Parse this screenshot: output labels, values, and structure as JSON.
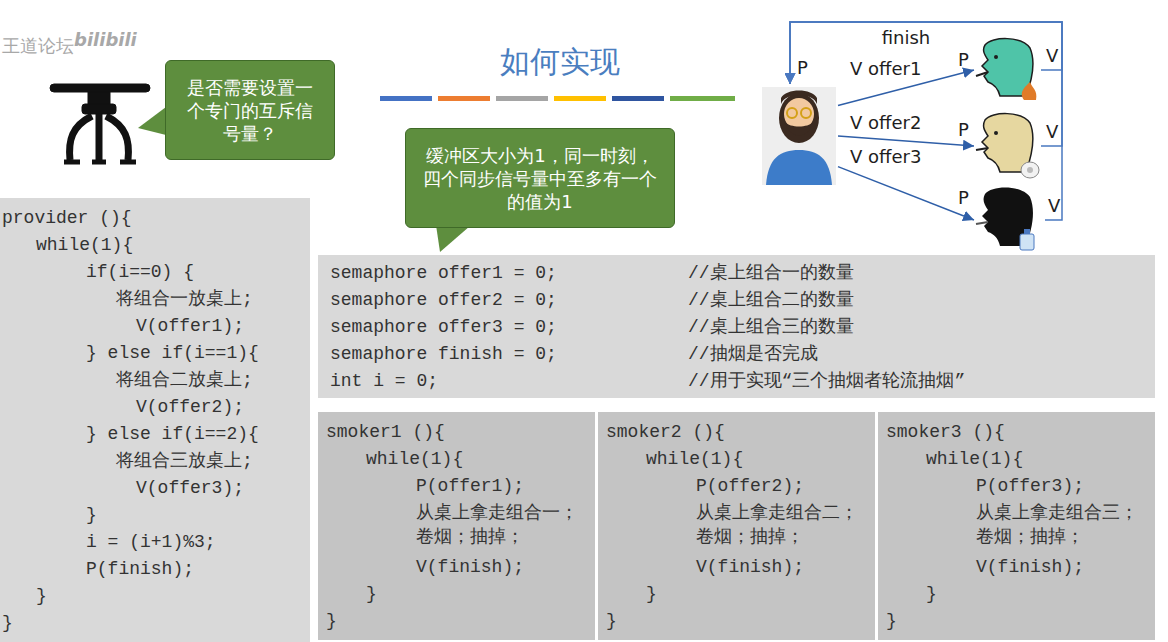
{
  "diagram": {
    "title": "如何实现",
    "nodes": [
      {
        "text": [
          "是否需要设置一个专门的互斥信号量？"
        ]
      },
      {
        "text": [
          "缓冲区大小为1，同一时刻，四个同步信号量中至多有一个的值为1"
        ]
      },
      {
        "text": []
      },
      {
        "text": []
      },
      {
        "text": []
      },
      {
        "text": []
      },
      {
        "text": [
          "provider (){",
          "while(1){",
          "if(i==0) {",
          "将组合一放桌上;",
          "V(offer1);",
          "} else if(i==1){",
          "将组合二放桌上;",
          "V(offer2);",
          "} else if(i==2){",
          "将组合三放桌上;",
          "V(offer3);",
          "}",
          "i = (i+1)%3;",
          "P(finish);",
          "}",
          "}"
        ]
      },
      {
        "text": [
          "semaphore offer1 = 0;",
          "//桌上组合一的数量",
          "semaphore offer2 = 0;",
          "//桌上组合二的数量",
          "semaphore offer3 = 0;",
          "//桌上组合三的数量",
          "semaphore finish = 0;",
          "//抽烟是否完成",
          "int i = 0;",
          "//用于实现“三个抽烟者轮流抽烟”"
        ]
      },
      {
        "text": [
          "smoker1 (){",
          "while(1){",
          "P(offer1);",
          "从桌上拿走组合一；卷烟；抽掉；",
          "V(finish);",
          "}",
          "}"
        ]
      },
      {
        "text": [
          "smoker2 (){",
          "while(1){",
          "P(offer2);",
          "从桌上拿走组合二；卷烟；抽掉；",
          "V(finish);",
          "}",
          "}"
        ]
      },
      {
        "text": [
          "smoker3 (){",
          "while(1){",
          "P(offer3);",
          "从桌上拿走组合三；卷烟；抽掉；",
          "V(finish);",
          "}",
          "}"
        ]
      }
    ],
    "edges": [
      {
        "from": 2,
        "to": 3,
        "label": "V offer1",
        "arrow": "to"
      },
      {
        "from": 2,
        "to": 4,
        "label": "V offer2",
        "arrow": "to"
      },
      {
        "from": 2,
        "to": 5,
        "label": "V offer3",
        "arrow": "to"
      },
      {
        "from": 3,
        "to": 2,
        "label": "finish",
        "arrow": "to"
      },
      {
        "from": 4,
        "to": 2,
        "arrow": "to"
      },
      {
        "from": 5,
        "to": 2,
        "arrow": "to"
      }
    ],
    "labels": [
      "王道论坛",
      "bilibili",
      "P",
      "P",
      "P",
      "P",
      "V",
      "V",
      "V"
    ]
  }
}
